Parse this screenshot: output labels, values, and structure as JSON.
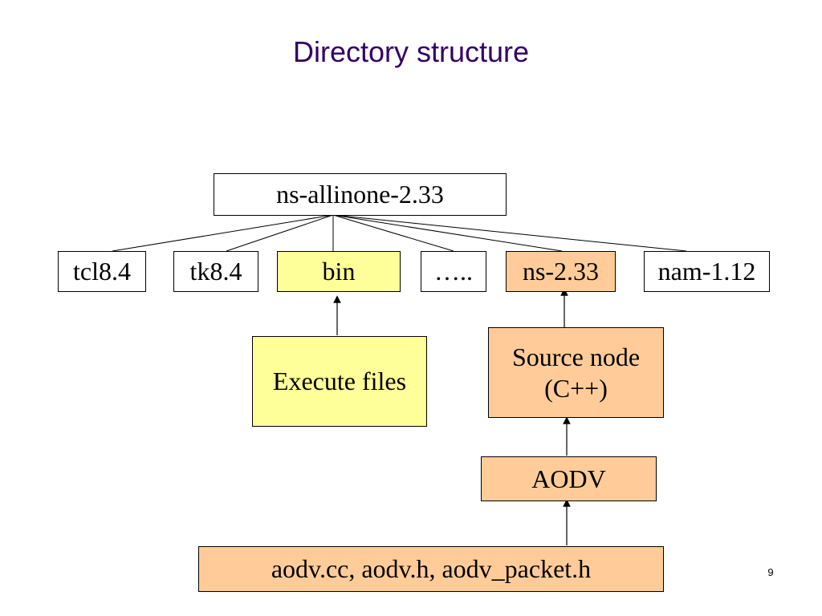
{
  "slide": {
    "title": "Directory structure",
    "page_number": "9"
  },
  "colors": {
    "title": "#330066",
    "highlight_yellow": "#ffff99",
    "highlight_orange": "#ffcc99"
  },
  "tree": {
    "root": "ns-allinone-2.33",
    "children": [
      "tcl8.4",
      "tk8.4",
      "bin",
      "…..",
      "ns-2.33",
      "nam-1.12"
    ]
  },
  "annotations": {
    "bin_note": "Execute files",
    "ns_source_line1": "Source node",
    "ns_source_line2": "(C++)",
    "aodv": "AODV",
    "aodv_files": "aodv.cc, aodv.h, aodv_packet.h"
  }
}
